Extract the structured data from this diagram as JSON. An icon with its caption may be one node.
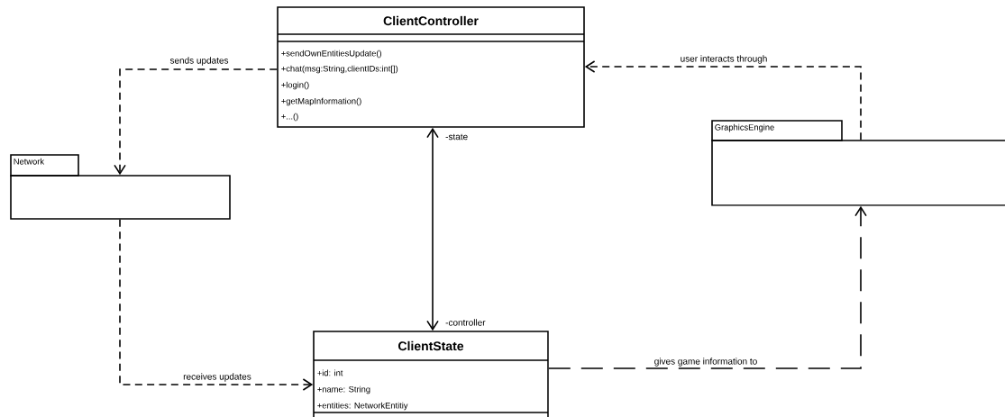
{
  "diagram": {
    "nodes": [
      {
        "text": [
          "ClientController",
          "+sendOwnEntitiesUpdate()",
          "+chat(msg:String,clientIDs:int[])",
          "+login()",
          "+getMapInformation()",
          "+...()"
        ]
      },
      {
        "text": [
          "Network"
        ]
      },
      {
        "text": [
          "GraphicsEngine"
        ]
      },
      {
        "text": [
          "ClientState",
          "+id: int",
          "+name: String",
          "+entities: NetworkEntitiy"
        ]
      }
    ],
    "edges": [
      {
        "from": 0,
        "to": 1,
        "arrow": "to",
        "style": "dashed",
        "label": "sends updates"
      },
      {
        "from": 1,
        "to": 3,
        "arrow": "to",
        "style": "dashed",
        "label": "receives updates"
      },
      {
        "from": 2,
        "to": 0,
        "arrow": "to",
        "style": "dashed",
        "label": "user interacts through"
      },
      {
        "from": 3,
        "to": 2,
        "arrow": "to",
        "style": "dashed",
        "label": "gives game information to"
      },
      {
        "from": 0,
        "to": 3,
        "arrow": "both"
      }
    ],
    "labels": [
      "-state",
      "-controller"
    ]
  }
}
